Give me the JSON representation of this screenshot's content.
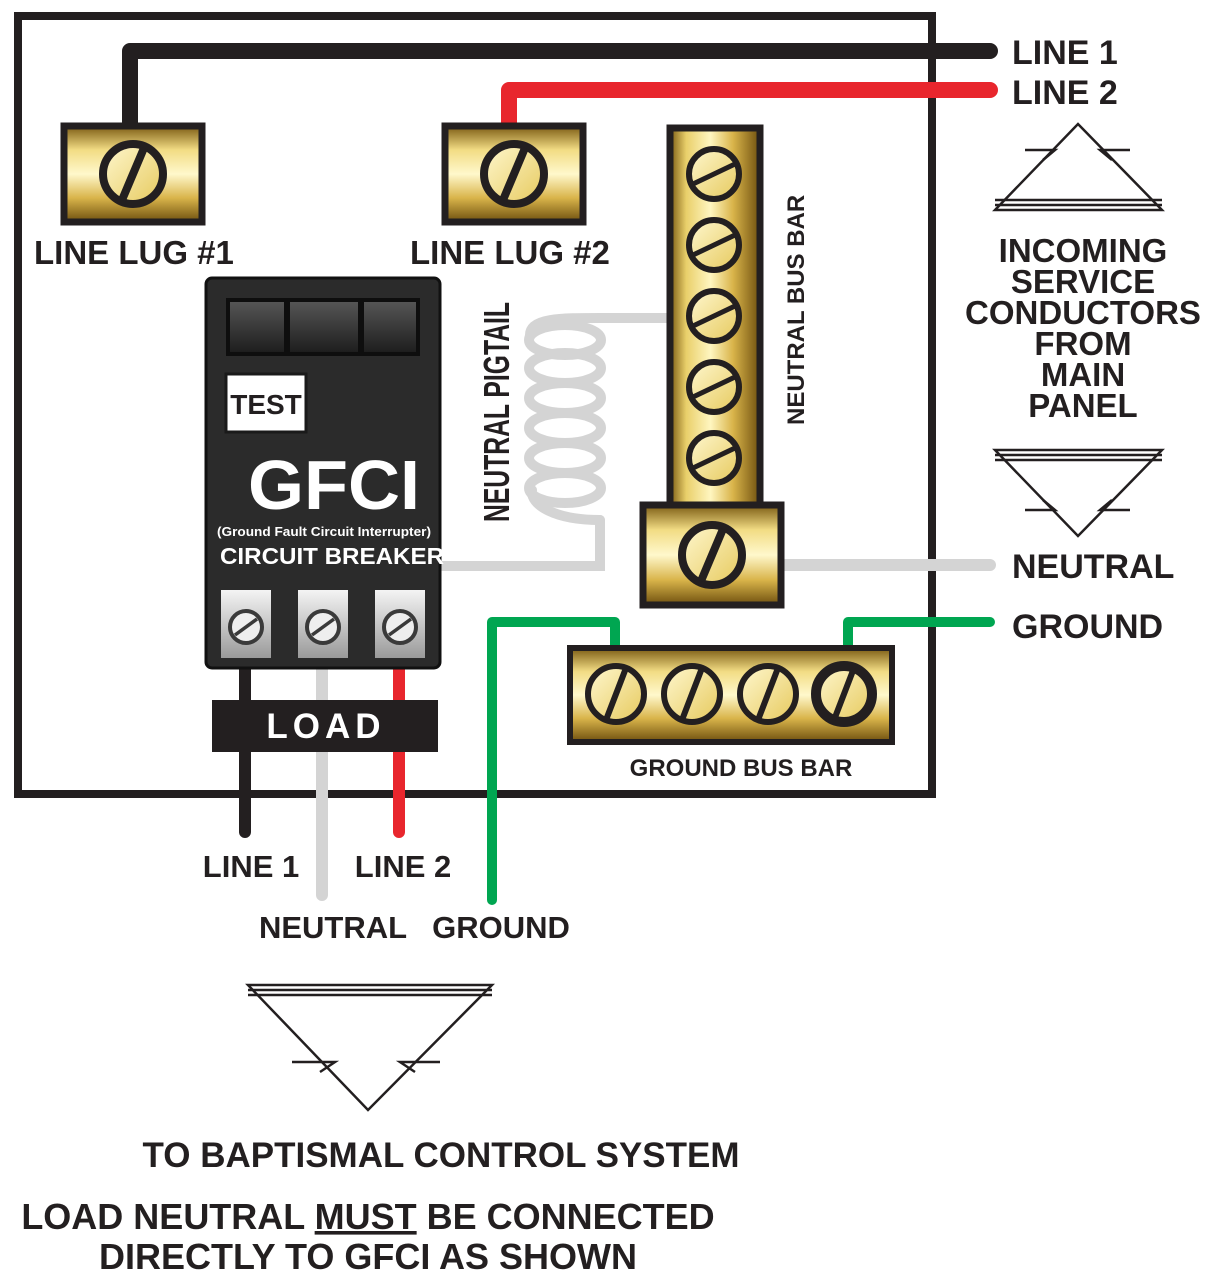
{
  "incoming": {
    "line1": "LINE 1",
    "line2": "LINE 2",
    "neutral": "NEUTRAL",
    "ground": "GROUND",
    "caption_lines": [
      "INCOMING",
      "SERVICE",
      "CONDUCTORS",
      "FROM",
      "MAIN",
      "PANEL"
    ]
  },
  "lugs": {
    "lug1": "LINE LUG #1",
    "lug2": "LINE LUG #2"
  },
  "breaker": {
    "test_button": "TEST",
    "title": "GFCI",
    "subtitle": "(Ground Fault Circuit Interrupter)",
    "type": "CIRCUIT BREAKER",
    "load_label": "LOAD"
  },
  "neutral_pigtail": "NEUTRAL PIGTAIL",
  "neutral_bus_bar": "NEUTRAL BUS BAR",
  "ground_bus_bar": "GROUND BUS BAR",
  "outgoing": {
    "line1": "LINE 1",
    "line2": "LINE 2",
    "neutral": "NEUTRAL",
    "ground": "GROUND"
  },
  "destination": "TO BAPTISMAL CONTROL SYSTEM",
  "note": {
    "part1": "LOAD NEUTRAL ",
    "emphasis": "MUST",
    "part2": " BE CONNECTED",
    "line2": "DIRECTLY TO GFCI AS SHOWN"
  },
  "colors": {
    "line1_wire": "#231f20",
    "line2_wire": "#e8262d",
    "neutral_wire": "#d4d4d4",
    "ground_wire": "#00a651",
    "brass": "#d9b44a",
    "breaker_body": "#2b2b2b"
  }
}
